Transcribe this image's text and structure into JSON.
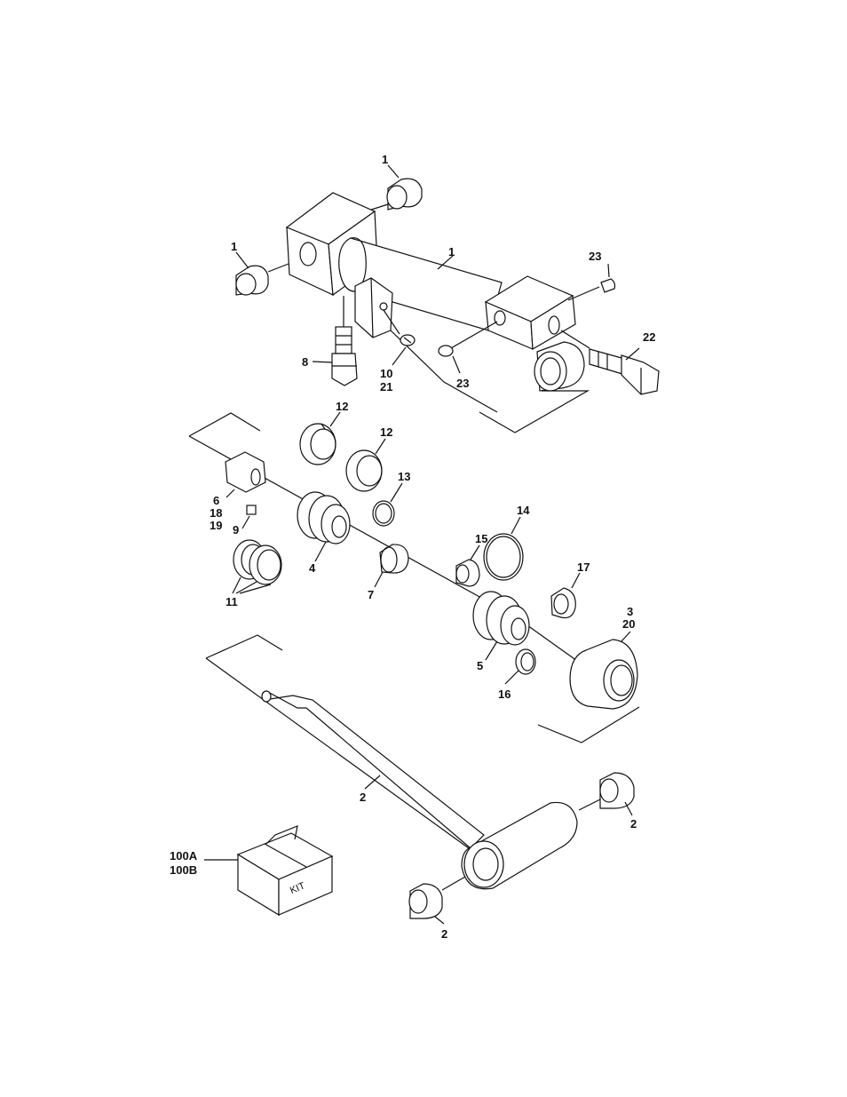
{
  "callouts": {
    "c1a": "1",
    "c1b": "1",
    "c1c": "1",
    "c23a": "23",
    "c23b": "23",
    "c22": "22",
    "c8": "8",
    "c10": "10",
    "c21": "21",
    "c12a": "12",
    "c12b": "12",
    "c13": "13",
    "c6": "6",
    "c18": "18",
    "c19": "19",
    "c9": "9",
    "c4": "4",
    "c11": "11",
    "c7": "7",
    "c14": "14",
    "c15": "15",
    "c17": "17",
    "c3": "3",
    "c20": "20",
    "c5": "5",
    "c16": "16",
    "c2a": "2",
    "c2b": "2",
    "c2c": "2",
    "c100a": "100A",
    "c100b": "100B"
  },
  "kit_label": "KIT"
}
